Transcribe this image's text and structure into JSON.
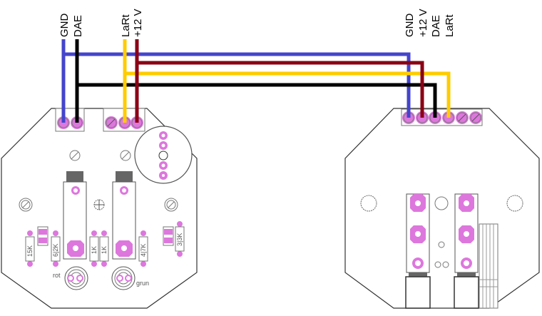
{
  "wires": {
    "left_labels": [
      "GND",
      "DAE",
      "LaRt",
      "+12 V"
    ],
    "right_labels": [
      "GND",
      "+12 V",
      "DAE",
      "LaRt"
    ],
    "colors": {
      "GND": "#4444cc",
      "DAE": "#000000",
      "LaRt": "#ffcc00",
      "+12 V": "#8b0015"
    }
  },
  "left_board": {
    "resistors": [
      "15K",
      "6|2K",
      "1K",
      "1K",
      "4|7K",
      "3|3K"
    ],
    "led_labels": [
      "rot",
      "grun"
    ],
    "pad_color": "#dd77dd"
  },
  "right_board": {
    "terminal_count": 6
  }
}
